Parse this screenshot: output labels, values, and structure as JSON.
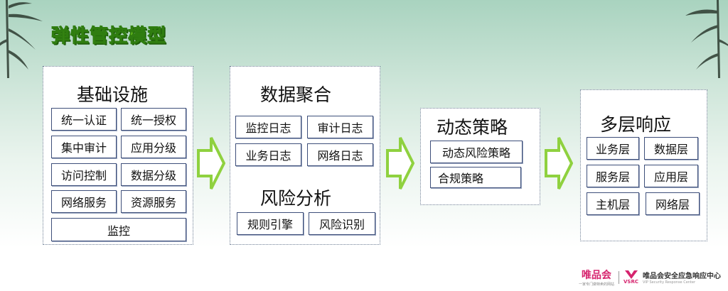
{
  "title": "弹性管控模型",
  "stages": [
    {
      "title": "基础设施",
      "items": [
        "统一认证",
        "统一授权",
        "集中审计",
        "应用分级",
        "访问控制",
        "数据分级",
        "网络服务",
        "资源服务",
        "监控"
      ]
    },
    {
      "title": "数据聚合",
      "items": [
        "监控日志",
        "审计日志",
        "业务日志",
        "网络日志"
      ],
      "subtitle": "风险分析",
      "subitems": [
        "规则引擎",
        "风险识别"
      ]
    },
    {
      "title": "动态策略",
      "items": [
        "动态风险策略",
        "合规策略"
      ]
    },
    {
      "title": "多层响应",
      "items": [
        "业务层",
        "数据层",
        "服务层",
        "应用层",
        "主机层",
        "网络层"
      ]
    }
  ],
  "footer": {
    "brand_primary": "唯品会",
    "brand_primary_sub": "一家专门做特卖的网站",
    "vsrc": "VSRC",
    "brand_secondary": "唯品会安全应急响应中心",
    "brand_secondary_sub": "VIP Security Response Center"
  },
  "colors": {
    "title_green": "#7ed321",
    "arrow_green": "#8fd13f",
    "box_border": "#3e4f7a",
    "brand_pink": "#d6246e"
  },
  "icons": [
    "bamboo-left-icon",
    "bamboo-right-icon",
    "flow-arrow-icon",
    "vsrc-logo-icon"
  ]
}
